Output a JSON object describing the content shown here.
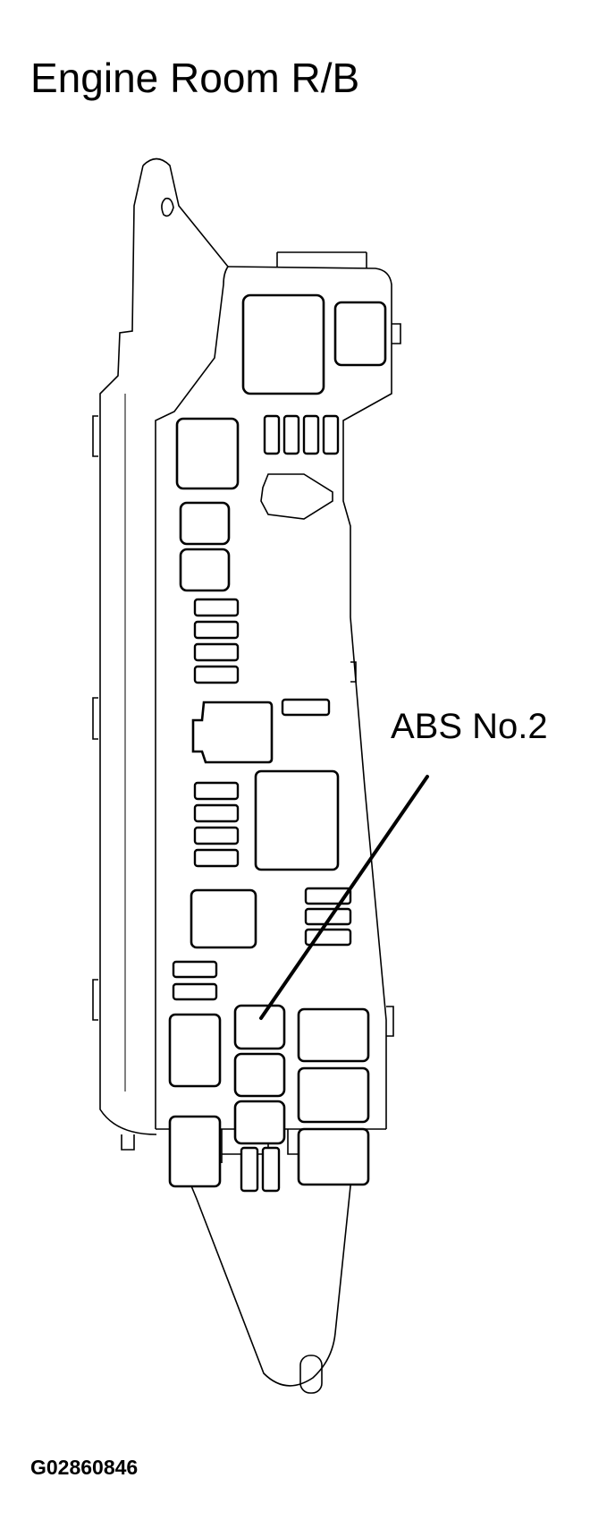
{
  "diagram": {
    "title": "Engine Room R/B",
    "callout": "ABS No.2",
    "figure_id": "G02860846"
  }
}
